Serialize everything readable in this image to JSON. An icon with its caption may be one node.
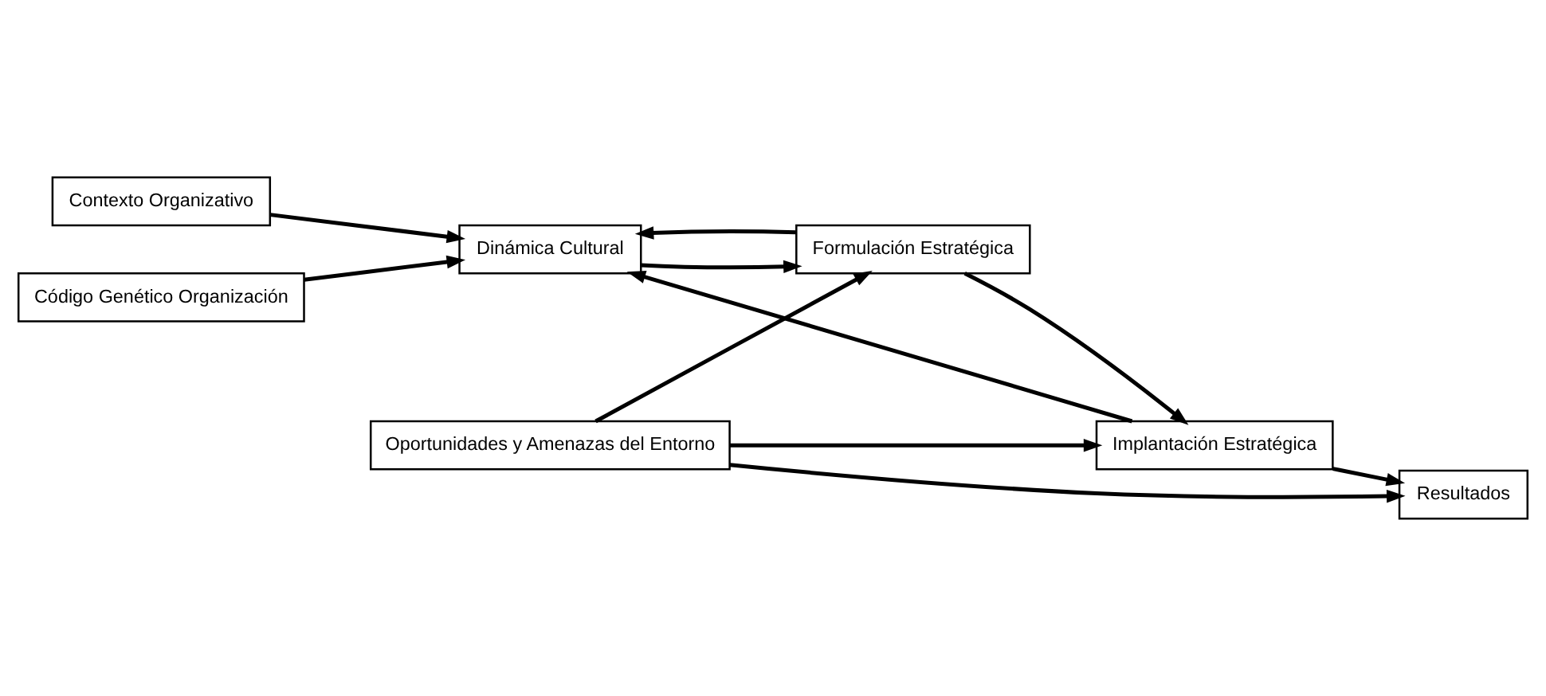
{
  "diagram": {
    "nodes": [
      {
        "text": [
          "Contexto Organizativo"
        ]
      },
      {
        "text": [
          "Dinámica Cultural"
        ]
      },
      {
        "text": [
          "Formulación Estratégica"
        ]
      },
      {
        "text": [
          "Implantación Estratégica"
        ]
      },
      {
        "text": [
          "Resultados"
        ]
      },
      {
        "text": [
          "Código Genético Organización"
        ]
      },
      {
        "text": [
          "Oportunidades y Amenazas del Entorno"
        ]
      }
    ],
    "edges": [
      {
        "from": 0,
        "to": 1,
        "arrow": "to"
      },
      {
        "from": 5,
        "to": 1,
        "arrow": "to"
      },
      {
        "from": 1,
        "to": 2,
        "arrow": "to"
      },
      {
        "from": 2,
        "to": 3,
        "arrow": "to"
      },
      {
        "from": 3,
        "to": 4,
        "arrow": "to"
      },
      {
        "from": 2,
        "to": 1,
        "arrow": "to"
      },
      {
        "from": 3,
        "to": 1,
        "arrow": "to"
      },
      {
        "from": 6,
        "to": 2,
        "arrow": "to"
      },
      {
        "from": 6,
        "to": 3,
        "arrow": "to"
      },
      {
        "from": 6,
        "to": 4,
        "arrow": "to"
      }
    ]
  }
}
